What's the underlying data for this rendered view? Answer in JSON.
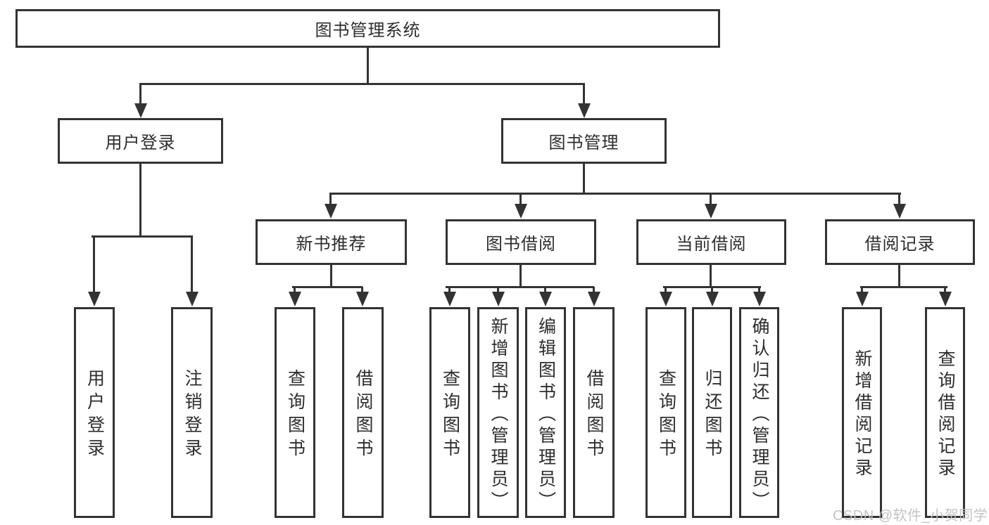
{
  "nodes": {
    "root": "图书管理系统",
    "user_login": "用户登录",
    "book_management": "图书管理",
    "user_login_children": {
      "login": "用户登录",
      "logout": "注销登录"
    },
    "book_management_children": {
      "recommend": "新书推荐",
      "borrow": "图书借阅",
      "current": "当前借阅",
      "records": "借阅记录"
    },
    "recommend_children": {
      "query": "查询图书",
      "borrow": "借阅图书"
    },
    "borrow_children": {
      "query": "查询图书",
      "add": "新增图书（管理员）",
      "edit": "编辑图书（管理员）",
      "borrow": "借阅图书"
    },
    "current_children": {
      "query": "查询图书",
      "return": "归还图书",
      "confirm": "确认归还（管理员）"
    },
    "records_children": {
      "add": "新增借阅记录",
      "query": "查询借阅记录"
    }
  },
  "watermark": "CSDN @软件_小贺同学",
  "colors": {
    "line": "#333333",
    "text": "#2d2d2d",
    "background": "#ffffff",
    "watermark": "#c1c1c1"
  }
}
